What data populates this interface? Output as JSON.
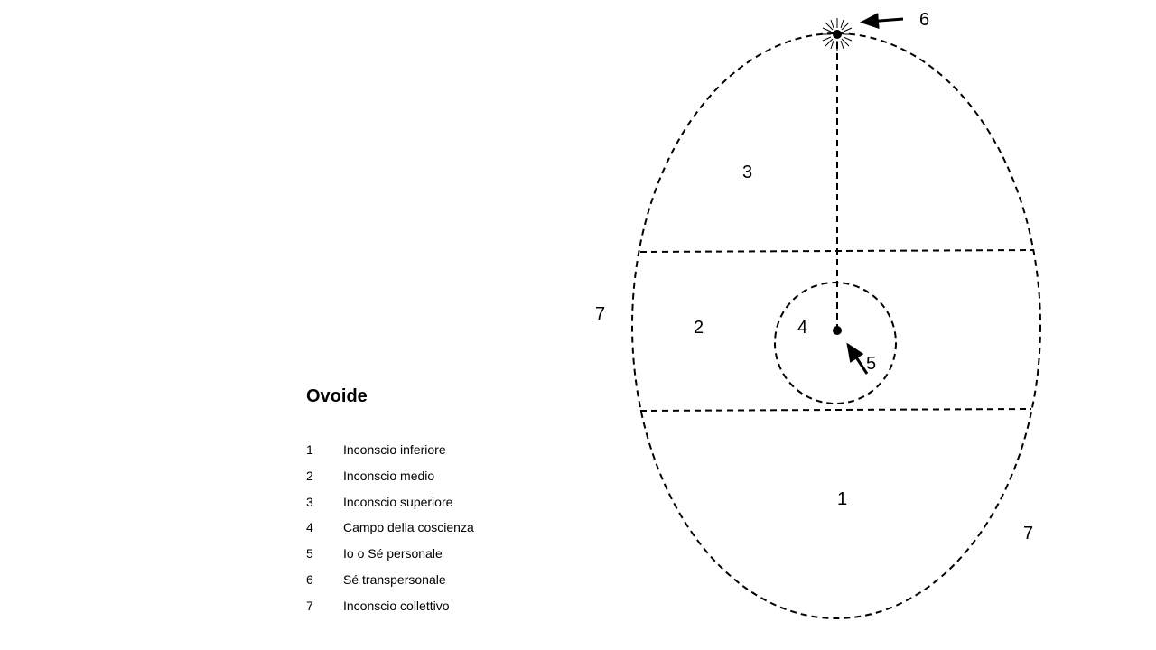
{
  "legend": {
    "title": "Ovoide",
    "items": [
      {
        "num": "1",
        "label": "Inconscio inferiore"
      },
      {
        "num": "2",
        "label": "Inconscio medio"
      },
      {
        "num": "3",
        "label": "Inconscio superiore"
      },
      {
        "num": "4",
        "label": "Campo della coscienza"
      },
      {
        "num": "5",
        "label": "Io o Sé personale"
      },
      {
        "num": "6",
        "label": "Sé transpersonale"
      },
      {
        "num": "7",
        "label": "Inconscio collettivo"
      }
    ]
  },
  "diagram": {
    "region_labels": {
      "lower": "1",
      "middle": "2",
      "upper": "3",
      "field": "4",
      "self": "5",
      "transpersonal": "6",
      "collective_left": "7",
      "collective_right": "7"
    },
    "stroke_color": "#000000",
    "line_style": "dashed"
  }
}
